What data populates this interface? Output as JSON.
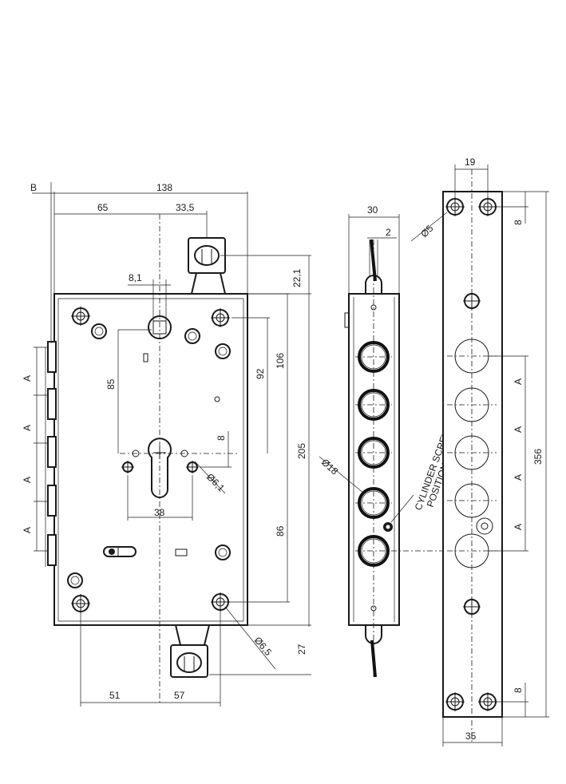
{
  "front_view": {
    "dim_backset_label": "B",
    "dim_width": "138",
    "dim_65": "65",
    "dim_33_5": "33,5",
    "dim_8_1": "8,1",
    "dim_22_1": "22,1",
    "dim_85": "85",
    "dim_92": "92",
    "dim_106": "106",
    "dim_205": "205",
    "dim_8": "8",
    "dim_phi_6_1": "Ø6,1",
    "dim_38": "38",
    "dim_86": "86",
    "dim_27": "27",
    "dim_phi_6_5": "Ø6,5",
    "dim_51": "51",
    "dim_57": "57",
    "bolt_spacing_labels": [
      "A",
      "A",
      "A",
      "A"
    ]
  },
  "side_view": {
    "dim_30": "30",
    "dim_2": "2",
    "dim_phi_18": "Ø18",
    "cylinder_screw_label_1": "CYLINDER SCREW",
    "cylinder_screw_label_2": "POSITION"
  },
  "faceplate_view": {
    "dim_19": "19",
    "dim_phi_5": "Ø5",
    "dim_8_top": "8",
    "dim_356": "356",
    "dim_8_bottom": "8",
    "dim_35": "35",
    "bolt_spacing_labels": [
      "A",
      "A",
      "A",
      "A"
    ]
  }
}
